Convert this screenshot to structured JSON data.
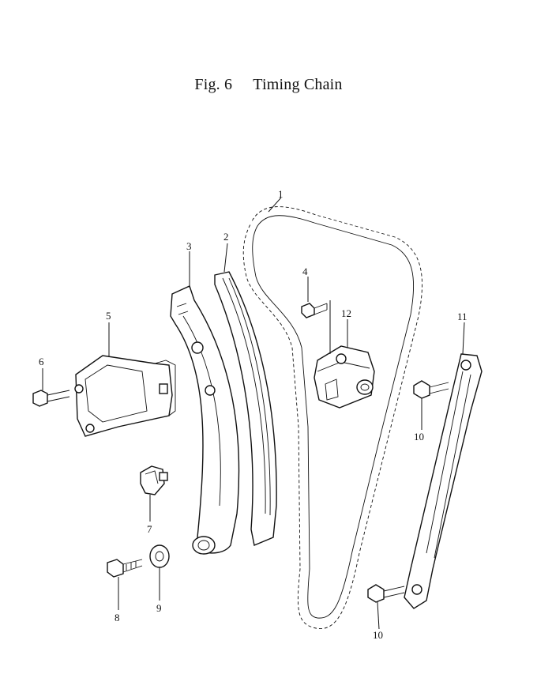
{
  "figure": {
    "label": "Fig. 6",
    "title": "Timing Chain"
  },
  "callouts": [
    {
      "id": "1",
      "text": "1"
    },
    {
      "id": "2",
      "text": "2"
    },
    {
      "id": "3",
      "text": "3"
    },
    {
      "id": "4",
      "text": "4"
    },
    {
      "id": "5",
      "text": "5"
    },
    {
      "id": "6",
      "text": "6"
    },
    {
      "id": "7",
      "text": "7"
    },
    {
      "id": "8",
      "text": "8"
    },
    {
      "id": "9",
      "text": "9"
    },
    {
      "id": "10a",
      "text": "10"
    },
    {
      "id": "10b",
      "text": "10"
    },
    {
      "id": "11",
      "text": "11"
    },
    {
      "id": "12",
      "text": "12"
    }
  ]
}
